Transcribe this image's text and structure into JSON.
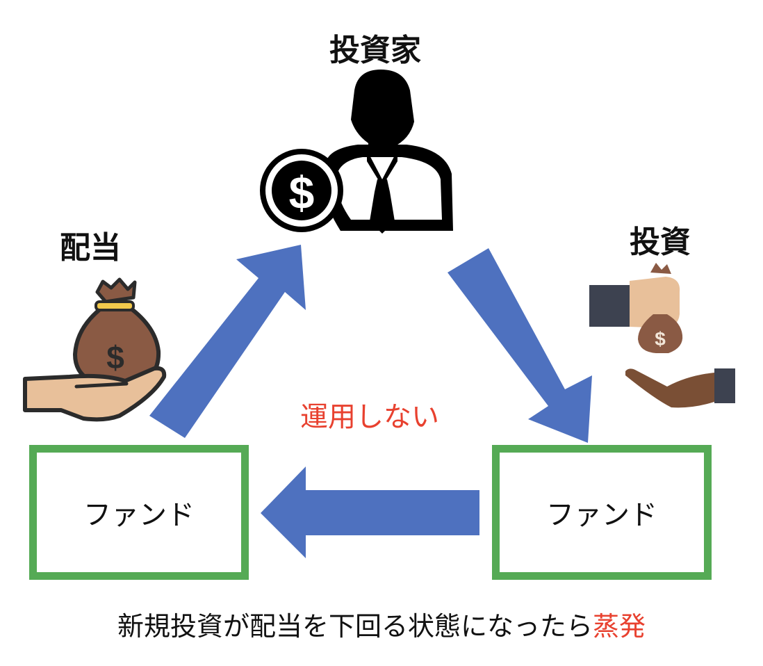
{
  "nodes": {
    "investor": {
      "label": "投資家"
    },
    "dividend": {
      "label": "配当"
    },
    "investment": {
      "label": "投資"
    },
    "fund_left": {
      "label": "ファンド"
    },
    "fund_right": {
      "label": "ファンド"
    }
  },
  "notes": {
    "no_operation": "運用しない"
  },
  "caption": {
    "main": "新規投資が配当を下回る状態になったら",
    "highlight": "蒸発"
  },
  "colors": {
    "arrow": "#4e71bf",
    "box_border": "#55aa55",
    "accent_red": "#e8412f",
    "money_bag": "#8a5a44",
    "skin_light": "#e8c09a",
    "skin_dark": "#7a4f35",
    "sleeve": "#3d4250"
  },
  "icons": [
    "investor-icon",
    "dollar-coin-icon",
    "money-bag-hand-icon",
    "handing-money-icon"
  ]
}
